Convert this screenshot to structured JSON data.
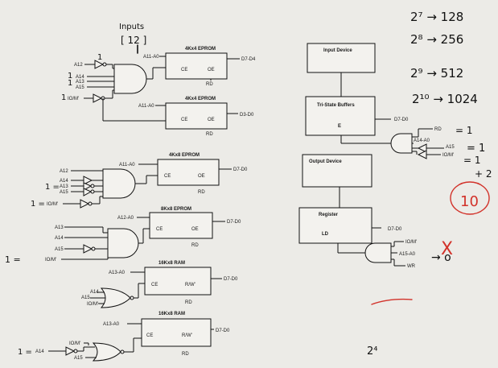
{
  "memory_blocks": [
    {
      "title": "4Kx4 EPROM",
      "addr": "A11-A0",
      "ce": "CE",
      "oe": "OE",
      "rd": "RD",
      "out": "D7-D4"
    },
    {
      "title": "4Kx4 EPROM",
      "addr": "A11-A0",
      "ce": "CE",
      "oe": "OE",
      "rd": "RD",
      "out": "D3-D0"
    },
    {
      "title": "4Kx8 EPROM",
      "addr": "A11-A0",
      "ce": "CE",
      "oe": "OE",
      "rd": "RD",
      "out": "D7-D0"
    },
    {
      "title": "8Kx8 EPROM",
      "addr": "A12-A0",
      "ce": "CE",
      "oe": "OE",
      "rd": "RD",
      "out": "D7-D0"
    },
    {
      "title": "16Kx8 RAM",
      "addr": "A13-A0",
      "ce": "CE",
      "oe": "R/W'",
      "rd": "RD",
      "out": "D7-D0"
    },
    {
      "title": "16Kx8 RAM",
      "addr": "A13-A0",
      "ce": "CE",
      "oe": "R/W'",
      "rd": "RD",
      "out": "D7-D0"
    }
  ],
  "gate_inputs": {
    "g1": [
      "A12",
      "A14",
      "A13",
      "A15",
      "IO/M'"
    ],
    "g2": [
      "A12",
      "A14",
      "A13",
      "A15",
      "IO/M'"
    ],
    "g3": [
      "A13",
      "A14",
      "A15",
      "IO/M'"
    ],
    "g4": [
      "A14",
      "A15",
      "IO/M'"
    ],
    "g5": [
      "IO/M'",
      "A15"
    ],
    "g5_side": "A14"
  },
  "io_blocks": {
    "input_device": "Input Device",
    "buffers": "Tri-State Buffers",
    "buffers_pin": "E",
    "buffers_out": "D7-D0",
    "output_device": "Output Device",
    "register": "Register",
    "register_pin": "LD",
    "register_out": "D7-D0"
  },
  "io_gate_inputs": {
    "buffer_gate": [
      "RD",
      "A14-A0",
      "A15",
      "IO/M'"
    ],
    "register_gate": [
      "IO/M'",
      "A15-A0",
      "WR"
    ]
  },
  "handwriting": {
    "inputs": "Inputs",
    "bracket_12": "[ 12 ]",
    "ones": [
      "1",
      "1",
      "1",
      "1"
    ],
    "ones_g2": [
      "1 =",
      "1 ="
    ],
    "ones_g3": "1 =",
    "ones_g5": "1 =",
    "powers": [
      "2⁷ → 128",
      "2⁸ → 256",
      "2⁹ → 512",
      "2¹⁰ → 1024"
    ],
    "rd_eq": "= 1",
    "a15_eq": "= 1",
    "iom_eq": "= 1",
    "plus_two": "+ 2",
    "circled": "10",
    "x_o": "X",
    "arrow_o": "→ o",
    "bottom_note": "2⁴"
  }
}
